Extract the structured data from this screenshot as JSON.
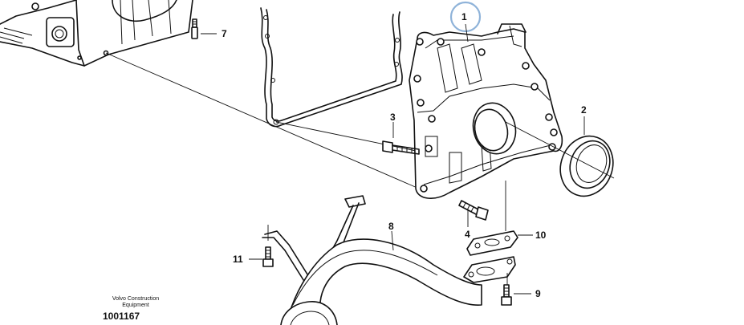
{
  "labels": {
    "p1": "1",
    "p2": "2",
    "p3": "3",
    "p4": "4",
    "p7": "7",
    "p8": "8",
    "p9": "9",
    "p10": "10",
    "p11": "11"
  },
  "publisher": {
    "line1": "Volvo Construction",
    "line2": "Equipment"
  },
  "document_number": "1001167",
  "colors": {
    "line": "#111111",
    "highlight_circle": "#8fb3d9"
  }
}
